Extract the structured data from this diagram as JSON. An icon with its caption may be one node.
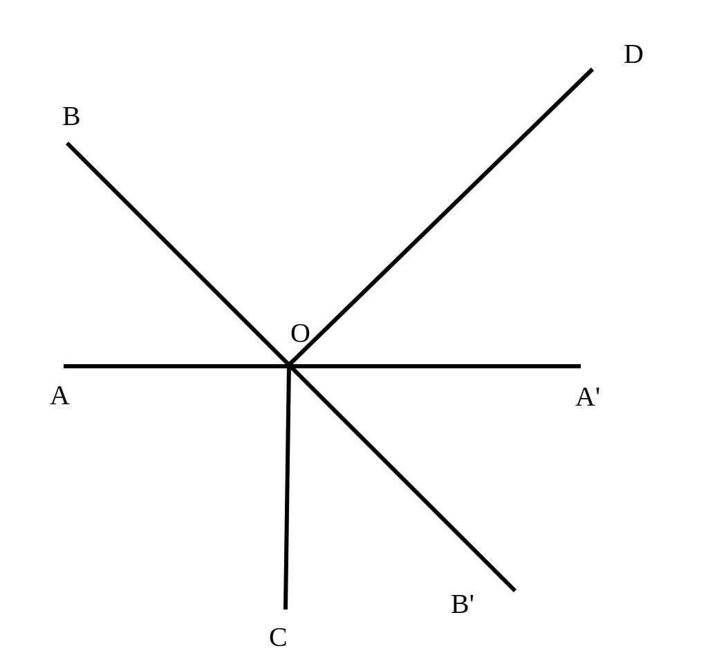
{
  "diagram": {
    "nodes": [
      {
        "text": [
          "D"
        ]
      },
      {
        "text": [
          "B"
        ]
      },
      {
        "text": [
          "O"
        ]
      },
      {
        "text": [
          "A"
        ]
      },
      {
        "text": [
          "A'"
        ]
      },
      {
        "text": [
          "B'"
        ]
      },
      {
        "text": [
          "C"
        ]
      }
    ],
    "edges": [
      {
        "from": 3,
        "to": 4,
        "arrow": "none"
      },
      {
        "from": 1,
        "to": 5,
        "arrow": "none"
      },
      {
        "from": 2,
        "to": 6,
        "arrow": "none"
      },
      {
        "from": 2,
        "to": 0,
        "arrow": "none"
      }
    ]
  }
}
